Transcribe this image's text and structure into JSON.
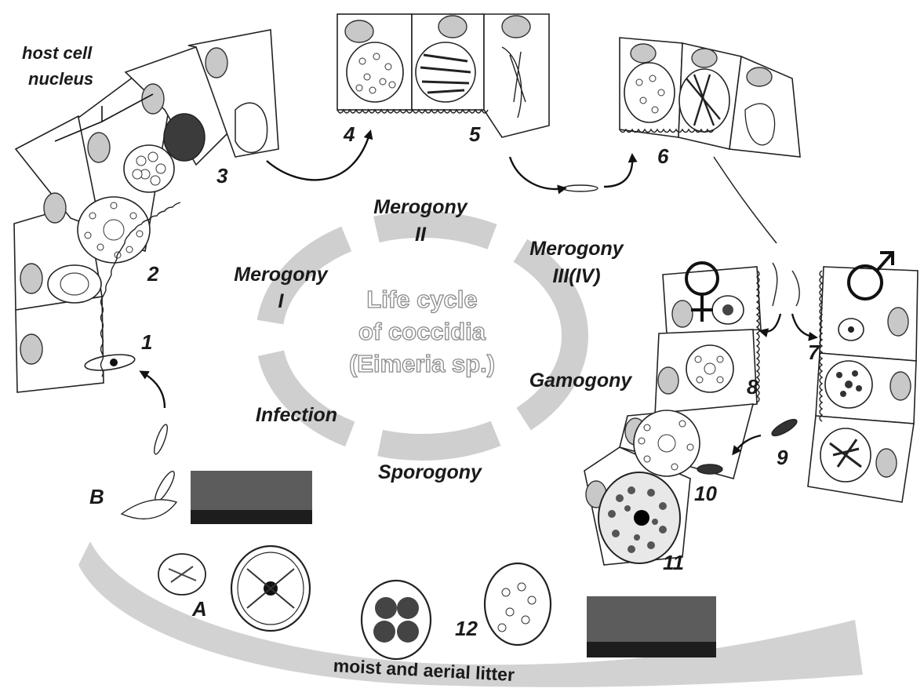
{
  "title_lines": [
    "Life cycle",
    "of coccidia",
    "(Eimeria sp.)"
  ],
  "host_cell_label": [
    "host cell",
    "nucleus"
  ],
  "phases": {
    "merogony_1": [
      "Merogony",
      "I"
    ],
    "merogony_2": [
      "Merogony",
      "II"
    ],
    "merogony_3": [
      "Merogony",
      "III(IV)"
    ],
    "gamogony": "Gamogony",
    "sporogony": "Sporogony",
    "infection": "Infection"
  },
  "stage_numbers": [
    "1",
    "2",
    "3",
    "4",
    "5",
    "6",
    "7",
    "8",
    "9",
    "10",
    "11",
    "12"
  ],
  "letters": [
    "A",
    "B"
  ],
  "symbols": {
    "female": "♀",
    "male": "♂"
  },
  "litter_label": "moist and aerial litter"
}
